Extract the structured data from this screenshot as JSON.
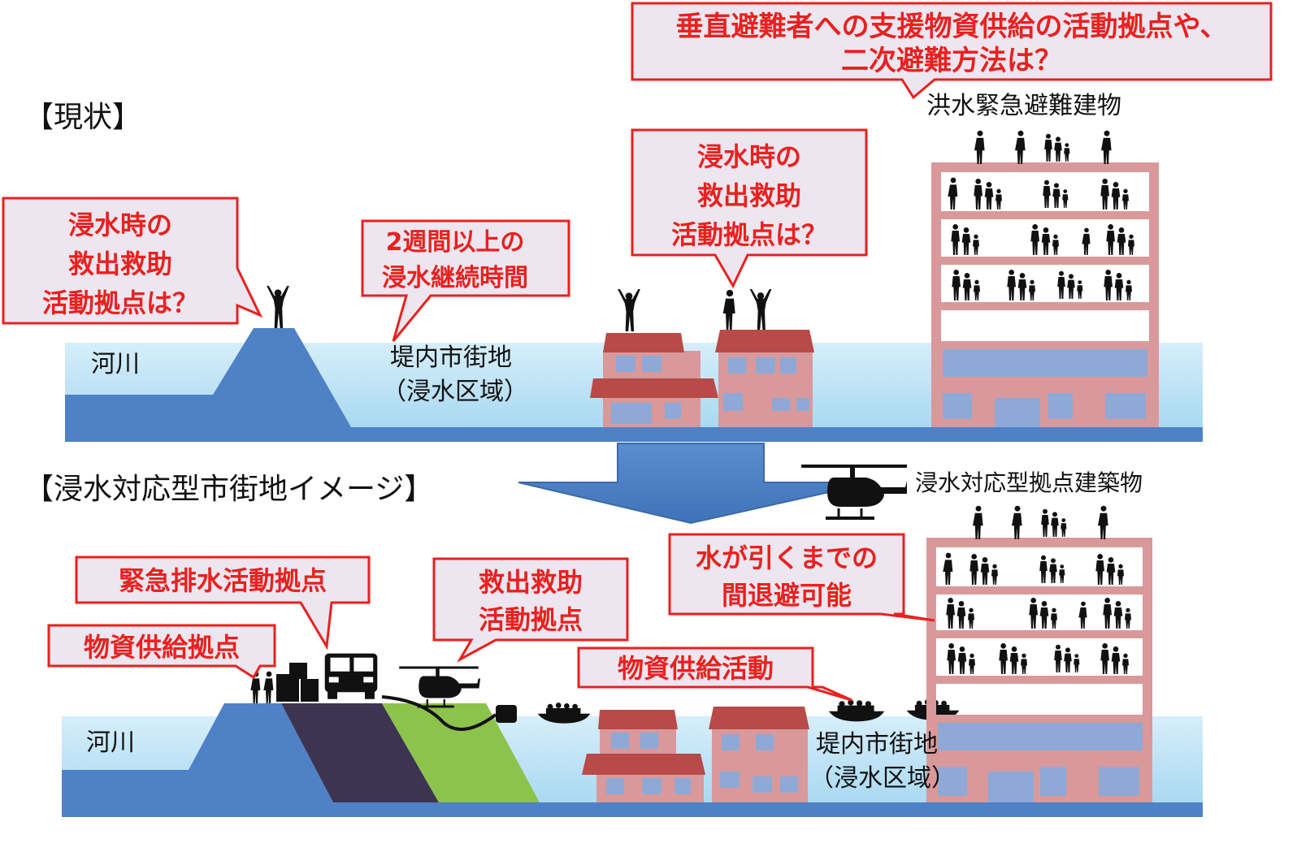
{
  "headings": {
    "current": "【現状】",
    "future": "【浸水対応型市街地イメージ】"
  },
  "top_scene": {
    "river_label": "河川",
    "district_label_1": "堤内市街地",
    "district_label_2": "（浸水区域）",
    "building_label": "洪水緊急避難建物",
    "callouts": {
      "supply_question_1": "垂直避難者への支援物資供給の活動拠点や、",
      "supply_question_2": "二次避難方法は？",
      "rescue_left_1": "浸水時の",
      "rescue_left_2": "救出救助",
      "rescue_left_3": "活動拠点は？",
      "duration_1": "2週間以上の",
      "duration_2": "浸水継続時間",
      "rescue_mid_1": "浸水時の",
      "rescue_mid_2": "救出救助",
      "rescue_mid_3": "活動拠点は？"
    }
  },
  "bottom_scene": {
    "river_label": "河川",
    "district_label_1": "堤内市街地",
    "district_label_2": "（浸水区域）",
    "building_label": "浸水対応型拠点建築物",
    "callouts": {
      "drainage": "緊急排水活動拠点",
      "supply_base": "物資供給拠点",
      "rescue_1": "救出救助",
      "rescue_2": "活動拠点",
      "wait_1": "水が引くまでの",
      "wait_2": "間退避可能",
      "supply_activity": "物資供給活動"
    }
  },
  "colors": {
    "water": "#bfe3f5",
    "river": "#4f81c7",
    "levee": "#4f81c7",
    "levee_dark": "#3d3452",
    "levee_green": "#8cc34b",
    "building": "#d9999a",
    "roof": "#b84a48",
    "window": "#8fa9d6",
    "callout_border": "#e8211f",
    "callout_fill": "#ede5ef",
    "arrow": "#4f81c7"
  },
  "icons": {
    "helicopter": "helicopter-icon",
    "truck": "truck-icon",
    "boat": "boat-icon",
    "person": "person-icon"
  }
}
